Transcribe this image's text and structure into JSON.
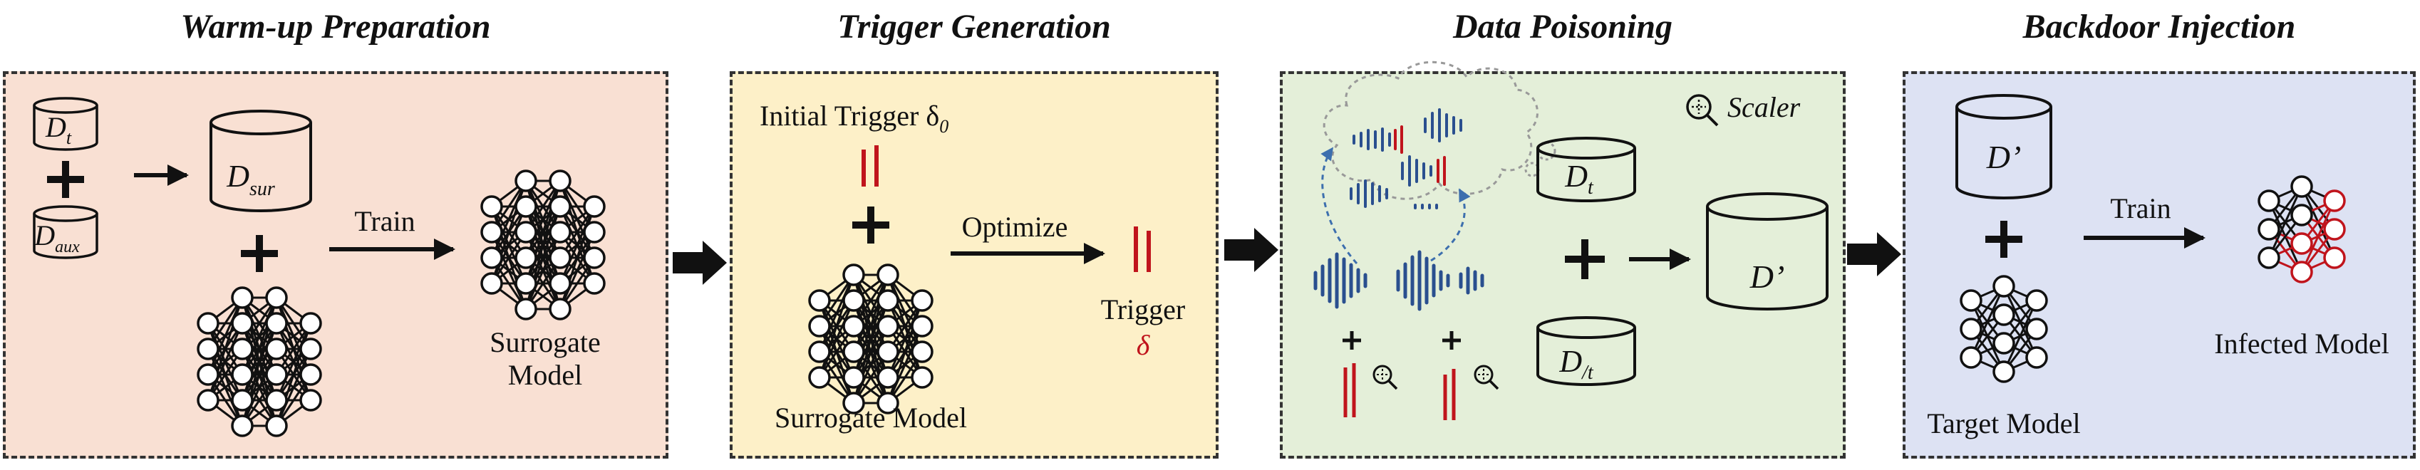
{
  "stages": [
    {
      "title": "Warm-up Preparation",
      "bg": "#f9e0d3"
    },
    {
      "title": "Trigger Generation",
      "bg": "#fdf0c8"
    },
    {
      "title": "Data Poisoning",
      "bg": "#e4efd9"
    },
    {
      "title": "Backdoor Injection",
      "bg": "#dde2f3"
    }
  ],
  "warmup": {
    "dt_base": "D",
    "dt_sub": "t",
    "daux_base": "D",
    "daux_sub": "aux",
    "dsur_base": "D",
    "dsur_sub": "sur",
    "train_label": "Train",
    "surrogate_line1": "Surrogate",
    "surrogate_line2": "Model"
  },
  "trigger": {
    "initial_label": "Initial Trigger δ",
    "initial_sub": "0",
    "optimize_label": "Optimize",
    "trigger_line1": "Trigger",
    "trigger_line2": "δ",
    "surrogate_label": "Surrogate Model"
  },
  "poison": {
    "scaler_label": "Scaler",
    "dt_base": "D",
    "dt_sub": "t",
    "dnt_base": "D",
    "dnt_sub": "/t",
    "dprime_label": "D’"
  },
  "injection": {
    "dprime_label": "D’",
    "train_label": "Train",
    "infected_label": "Infected Model",
    "target_label": "Target Model"
  },
  "colors": {
    "accent_red": "#c0141c",
    "wave_blue": "#2a4f8f",
    "dashed_blue": "#3d6fae",
    "stroke": "#111111"
  }
}
